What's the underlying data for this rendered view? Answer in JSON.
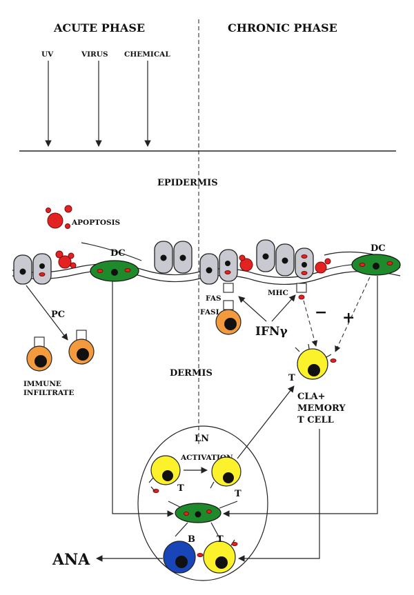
{
  "labels": {
    "acute_phase": "ACUTE PHASE",
    "chronic_phase": "CHRONIC PHASE",
    "uv": "UV",
    "virus": "VIRUS",
    "chemical": "CHEMICAL",
    "epidermis": "EPIDERMIS",
    "apoptosis": "APOPTOSIS",
    "dc_left": "DC",
    "dc_right": "DC",
    "pc": "PC",
    "immune_infiltrate_1": "IMMUNE",
    "immune_infiltrate_2": "INFILTRATE",
    "dermis": "DERMIS",
    "fas": "FAS",
    "fasl": "FASL",
    "mhc": "MHC",
    "ifn": "IFNγ",
    "minus": "−",
    "plus": "+",
    "t_cell": "T",
    "memory_1": "CLA+",
    "memory_2": "MEMORY",
    "memory_3": "T CELL",
    "ln": "LN",
    "activation": "ACTIVATION",
    "t_ln_left": "T",
    "t_ln_right": "T",
    "b_ln": "B",
    "t_ln_bottom": "T",
    "ana": "ANA"
  }
}
